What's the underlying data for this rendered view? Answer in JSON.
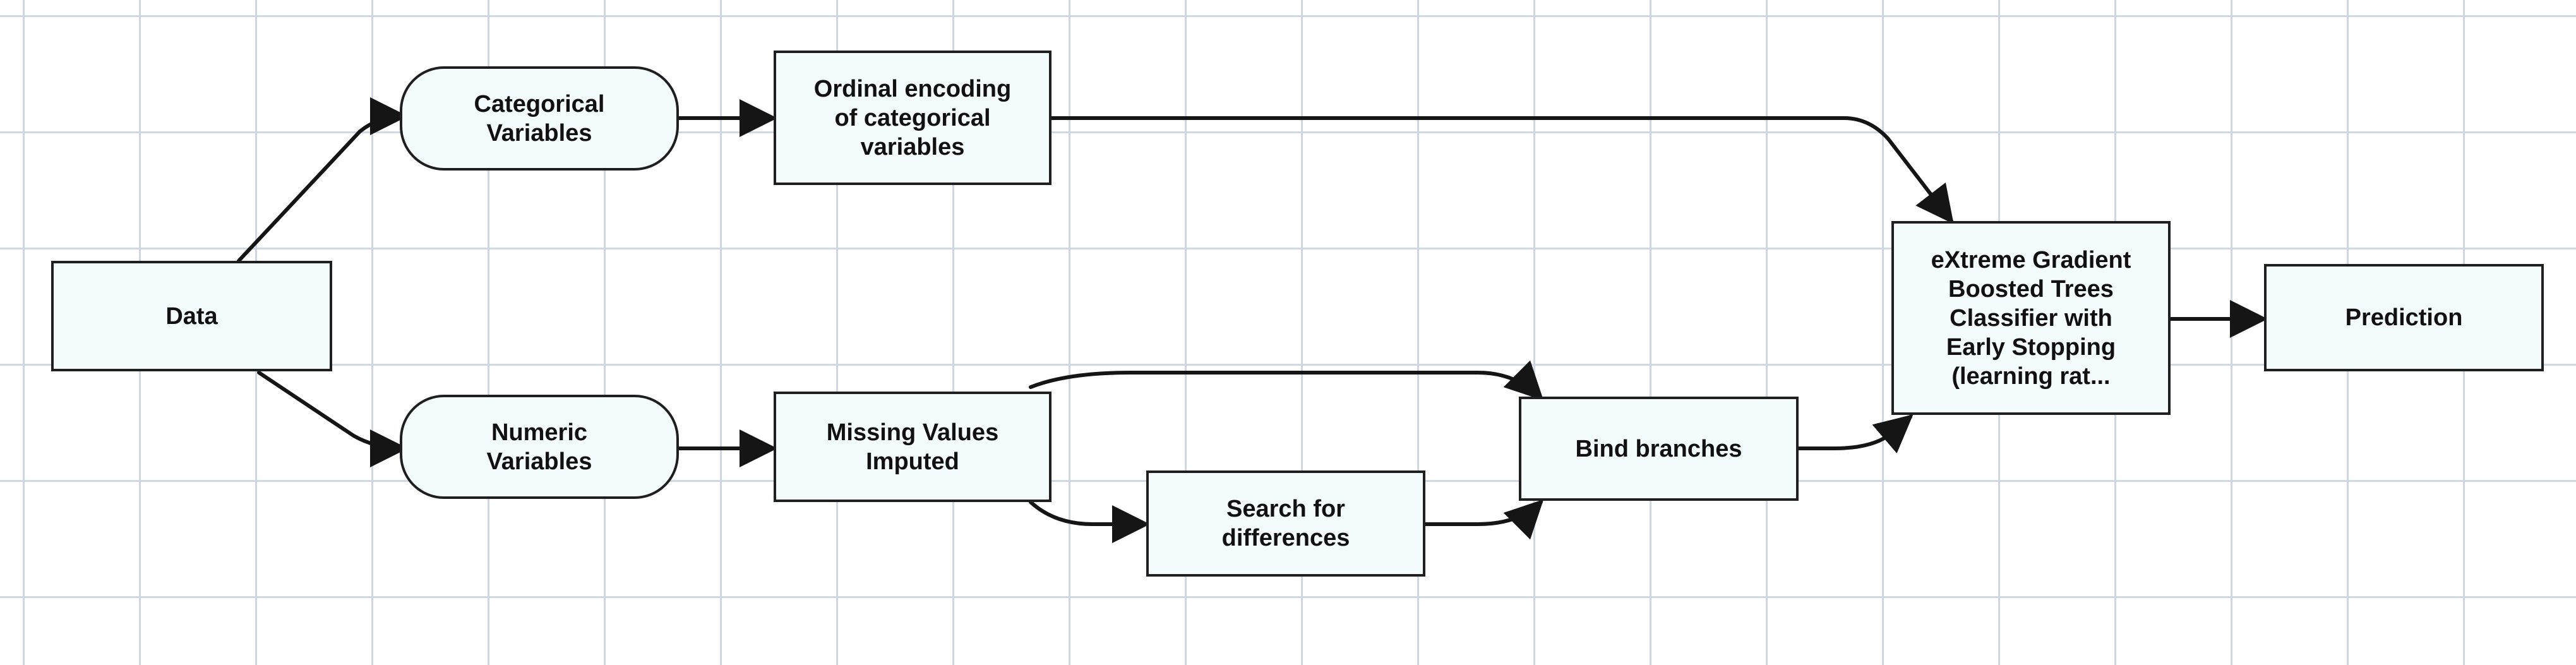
{
  "diagram": {
    "colors": {
      "node_fill": "#f4fbfd",
      "node_border": "#1f1f1f",
      "edge": "#151515",
      "grid": "#cfd8e2"
    },
    "nodes": {
      "data": {
        "label": "Data"
      },
      "categorical": {
        "label": "Categorical\nVariables"
      },
      "numeric": {
        "label": "Numeric\nVariables"
      },
      "ordinal": {
        "label": "Ordinal encoding\nof categorical\nvariables"
      },
      "missing": {
        "label": "Missing Values\nImputed"
      },
      "search": {
        "label": "Search for\ndifferences"
      },
      "bind": {
        "label": "Bind branches"
      },
      "xgb": {
        "label": "eXtreme Gradient\nBoosted Trees\nClassifier with\nEarly Stopping\n(learning rat..."
      },
      "prediction": {
        "label": "Prediction"
      }
    },
    "edges": [
      {
        "from": "data",
        "to": "categorical"
      },
      {
        "from": "data",
        "to": "numeric"
      },
      {
        "from": "categorical",
        "to": "ordinal"
      },
      {
        "from": "numeric",
        "to": "missing"
      },
      {
        "from": "ordinal",
        "to": "xgb"
      },
      {
        "from": "missing",
        "to": "bind"
      },
      {
        "from": "missing",
        "to": "search"
      },
      {
        "from": "search",
        "to": "bind"
      },
      {
        "from": "bind",
        "to": "xgb"
      },
      {
        "from": "xgb",
        "to": "prediction"
      }
    ]
  }
}
